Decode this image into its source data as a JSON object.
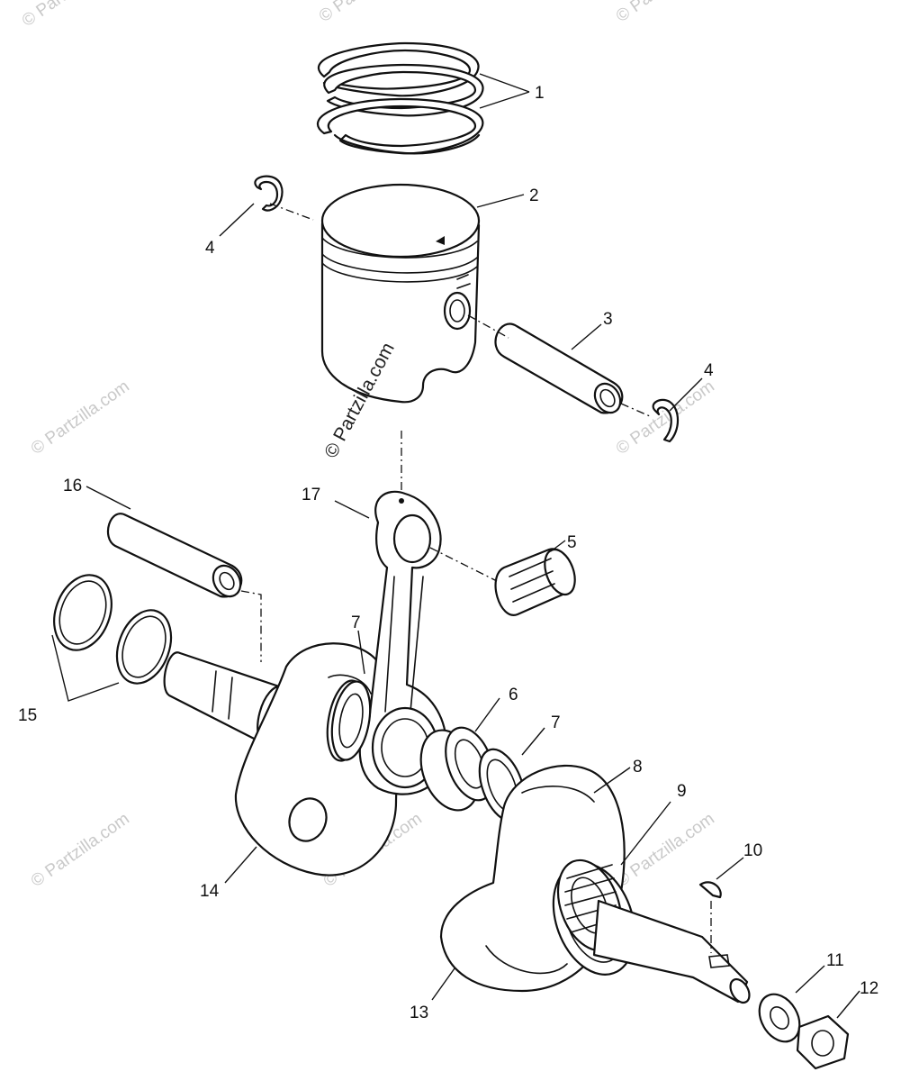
{
  "watermark": {
    "text": "© Partzilla.com",
    "center_text": "© Partzilla.com",
    "color": "#c9c9c9"
  },
  "callouts": {
    "c1": "1",
    "c2": "2",
    "c3": "3",
    "c4a": "4",
    "c4b": "4",
    "c5": "5",
    "c6": "6",
    "c7a": "7",
    "c7b": "7",
    "c8": "8",
    "c9": "9",
    "c10": "10",
    "c11": "11",
    "c12": "12",
    "c13": "13",
    "c14": "14",
    "c15": "15",
    "c16": "16",
    "c17": "17"
  },
  "parts": [
    {
      "ref": "1",
      "icon": "piston-ring-icon"
    },
    {
      "ref": "2",
      "icon": "piston-icon"
    },
    {
      "ref": "3",
      "icon": "piston-pin-icon"
    },
    {
      "ref": "4",
      "icon": "circlip-icon"
    },
    {
      "ref": "5",
      "icon": "needle-bearing-icon"
    },
    {
      "ref": "6",
      "icon": "crank-bearing-icon"
    },
    {
      "ref": "7",
      "icon": "thrust-washer-icon"
    },
    {
      "ref": "8",
      "icon": "crank-web-icon"
    },
    {
      "ref": "9",
      "icon": "main-bearing-icon"
    },
    {
      "ref": "10",
      "icon": "woodruff-key-icon"
    },
    {
      "ref": "11",
      "icon": "washer-icon"
    },
    {
      "ref": "12",
      "icon": "nut-icon"
    },
    {
      "ref": "13",
      "icon": "crankshaft-half-icon"
    },
    {
      "ref": "14",
      "icon": "crankshaft-half-icon"
    },
    {
      "ref": "15",
      "icon": "oil-seal-icon"
    },
    {
      "ref": "16",
      "icon": "crank-pin-icon"
    },
    {
      "ref": "17",
      "icon": "connecting-rod-icon"
    }
  ]
}
